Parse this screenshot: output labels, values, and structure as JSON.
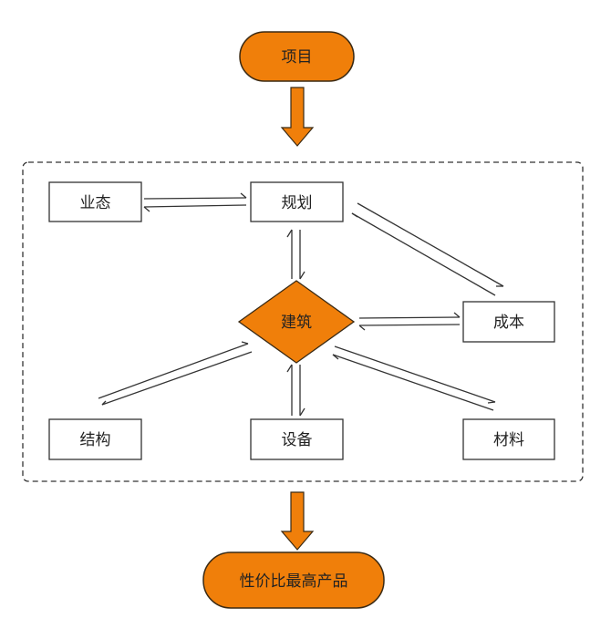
{
  "nodes": {
    "project": "项目",
    "yetai": "业态",
    "guihua": "规划",
    "jianzhu": "建筑",
    "chengben": "成本",
    "jiegou": "结构",
    "shebei": "设备",
    "cailiao": "材料",
    "result": "性价比最高产品"
  },
  "colors": {
    "accent": "#F07F0A",
    "accent_stroke": "#3a2a14",
    "box_stroke": "#333333",
    "line": "#333333",
    "text": "#222222"
  }
}
